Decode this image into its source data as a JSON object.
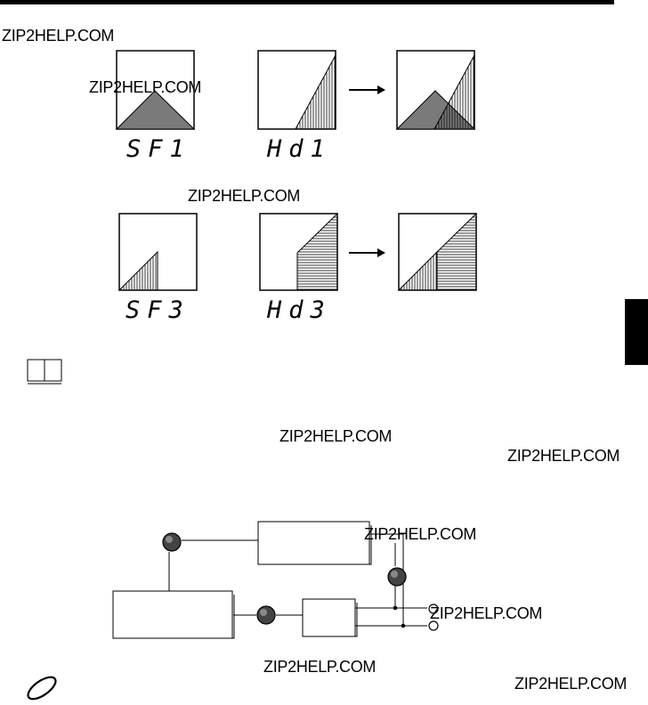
{
  "watermarks": {
    "w1": "ZIP2HELP.COM",
    "w2": "ZIP2HELP.COM",
    "w3": "ZIP2HELP.COM",
    "w4": "ZIP2HELP.COM",
    "w5": "ZIP2HELP.COM",
    "w6": "ZIP2HELP.COM",
    "w7": "ZIP2HELP.COM",
    "w8": "ZIP2HELP.COM",
    "w9": "ZIP2HELP.COM"
  },
  "diagrams": {
    "row1_left_code": "SF1",
    "row1_mid_code": "Hd1",
    "row2_left_code": "SF3",
    "row2_mid_code": "Hd3"
  },
  "icons": {
    "book": "book-icon",
    "note": "pencil-note-icon",
    "arrow": "right-arrow-icon"
  },
  "colors": {
    "triangle_fill": "#7a7a7a",
    "ink": "#000000",
    "tab": "#000000"
  }
}
